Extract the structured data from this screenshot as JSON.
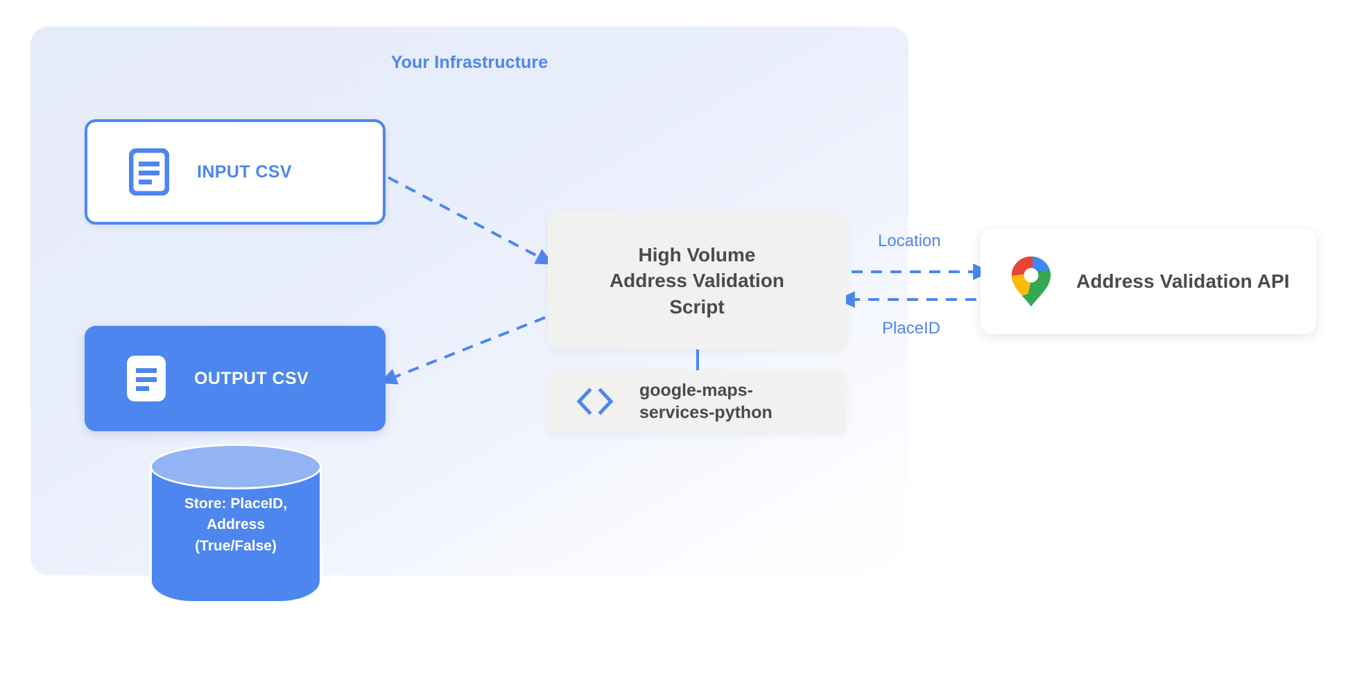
{
  "panel": {
    "title": "Your Infrastructure",
    "accent_color": "#4c86ee",
    "background_color": "#e7ecfa"
  },
  "nodes": {
    "input_csv": {
      "label": "INPUT CSV",
      "icon": "document-icon",
      "style": "outlined",
      "border_color": "#4c86ee",
      "text_color": "#4c86ee",
      "fill_color": "#ffffff"
    },
    "output_csv": {
      "label": "OUTPUT CSV",
      "icon": "document-icon",
      "style": "filled",
      "fill_color": "#4c86ee",
      "text_color": "#ffffff"
    },
    "script": {
      "line1": "High Volume",
      "line2": "Address Validation",
      "line3": "Script",
      "fill_color": "#f1f1f0",
      "text_color": "#4a4a4a"
    },
    "library": {
      "line1": "google-maps-",
      "line2": "services-python",
      "icon": "code-brackets-icon",
      "icon_color": "#4c86ee",
      "fill_color": "#f1f1f0",
      "text_color": "#4a4a4a"
    },
    "api": {
      "label": "Address Validation API",
      "icon": "google-maps-pin-icon",
      "fill_color": "#ffffff",
      "text_color": "#4a4a4a"
    },
    "datastore": {
      "line1": "Store: PlaceID,",
      "line2": "Address",
      "line3": "(True/False)",
      "shape": "cylinder",
      "body_color": "#4c86ee",
      "top_color": "#93b4f2",
      "text_color": "#ffffff"
    }
  },
  "edges": {
    "input_to_script": {
      "label": "",
      "style": "dashed",
      "color": "#4c86ee"
    },
    "script_to_output": {
      "label": "",
      "style": "dashed",
      "color": "#4c86ee"
    },
    "script_to_api": {
      "label": "Location",
      "style": "dashed",
      "color": "#4c86ee"
    },
    "api_to_script": {
      "label": "PlaceID",
      "style": "dashed",
      "color": "#4c86ee"
    },
    "script_to_library": {
      "label": "",
      "style": "solid",
      "color": "#4c86ee"
    }
  }
}
